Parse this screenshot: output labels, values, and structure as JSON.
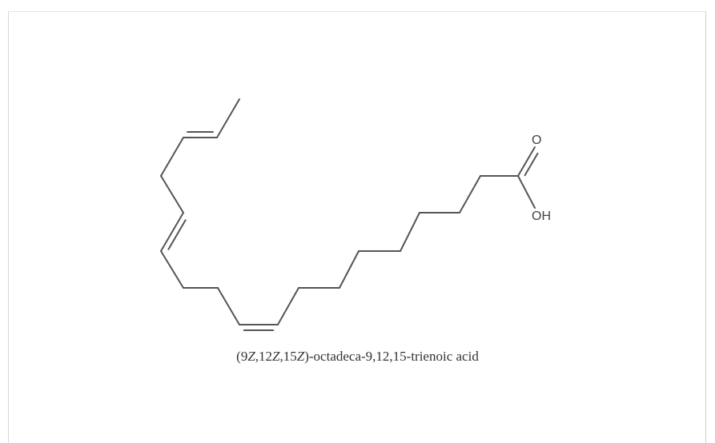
{
  "compound": {
    "name_segments": [
      {
        "text": "(9",
        "italic": false
      },
      {
        "text": "Z",
        "italic": true
      },
      {
        "text": ",12",
        "italic": false
      },
      {
        "text": "Z",
        "italic": true
      },
      {
        "text": ",15",
        "italic": false
      },
      {
        "text": "Z",
        "italic": true
      },
      {
        "text": ")-octadeca-9,12,15-trienoic acid",
        "italic": false
      }
    ],
    "atom_labels": {
      "carbonyl_oxygen": "O",
      "hydroxyl": "OH"
    }
  },
  "colors": {
    "bond": "#555555",
    "label": "#444444",
    "frame": "#d6d6d6"
  }
}
